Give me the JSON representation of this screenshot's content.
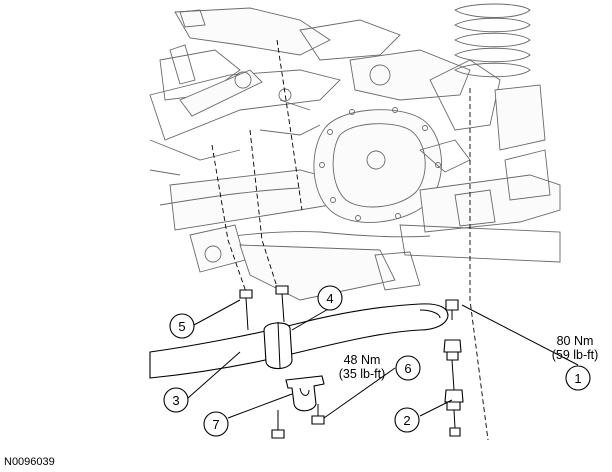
{
  "figure_id": "N0096039",
  "callouts": [
    {
      "number": "1"
    },
    {
      "number": "2"
    },
    {
      "number": "3"
    },
    {
      "number": "4"
    },
    {
      "number": "5"
    },
    {
      "number": "6"
    },
    {
      "number": "7"
    }
  ],
  "torque_specs": [
    {
      "metric": "80 Nm",
      "imperial": "(59 lb-ft)"
    },
    {
      "metric": "48 Nm",
      "imperial": "(35 lb-ft)"
    }
  ]
}
